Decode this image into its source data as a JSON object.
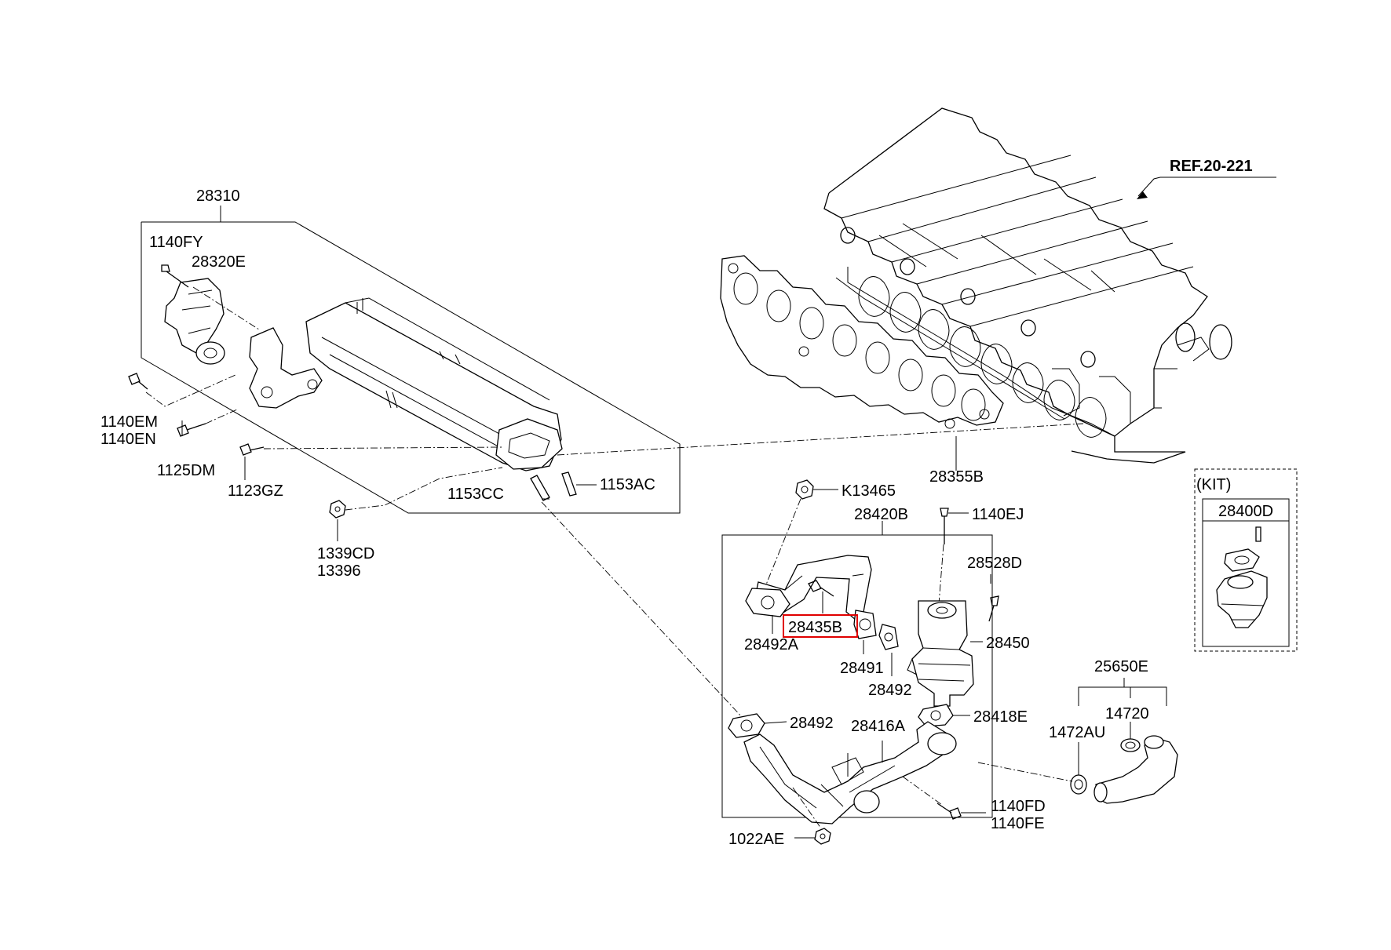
{
  "reference": {
    "label": "REF.20-221"
  },
  "kit": {
    "title": "(KIT)",
    "part": "28400D"
  },
  "highlighted_part": "28435B",
  "labels": {
    "p28310": "28310",
    "p1140FY": "1140FY",
    "p28320E": "28320E",
    "p1140EM": "1140EM",
    "p1140EN": "1140EN",
    "p1125DM": "1125DM",
    "p1123GZ": "1123GZ",
    "p1153CC": "1153CC",
    "p1153AC": "1153AC",
    "p1339CD": "1339CD",
    "p13396": "13396",
    "p28355B": "28355B",
    "pK13465": "K13465",
    "p28420B": "28420B",
    "p1140EJ": "1140EJ",
    "p28528D": "28528D",
    "p28492A": "28492A",
    "p28491": "28491",
    "p28492a": "28492",
    "p28450": "28450",
    "p28492b": "28492",
    "p28416A": "28416A",
    "p28418E": "28418E",
    "p1140FD": "1140FD",
    "p1140FE": "1140FE",
    "p1022AE": "1022AE",
    "p25650E": "25650E",
    "p14720": "14720",
    "p1472AU": "1472AU"
  }
}
